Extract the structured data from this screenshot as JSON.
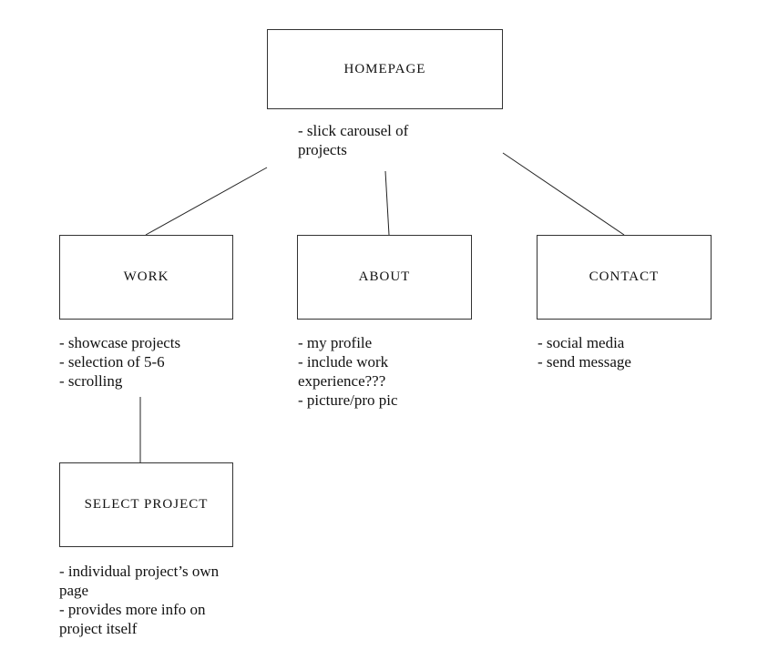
{
  "homepage": {
    "title": "HOMEPAGE",
    "notes": [
      "- slick carousel of projects"
    ]
  },
  "work": {
    "title": "WORK",
    "notes": [
      "- showcase projects",
      "- selection of 5-6",
      "- scrolling"
    ]
  },
  "about": {
    "title": "ABOUT",
    "notes": [
      "- my profile",
      "- include work experience???",
      "- picture/pro pic"
    ]
  },
  "contact": {
    "title": "CONTACT",
    "notes": [
      "- social media",
      "- send message"
    ]
  },
  "select_project": {
    "title": "SELECT PROJECT",
    "notes": [
      "- individual project’s own page",
      "- provides more info on project itself"
    ]
  }
}
